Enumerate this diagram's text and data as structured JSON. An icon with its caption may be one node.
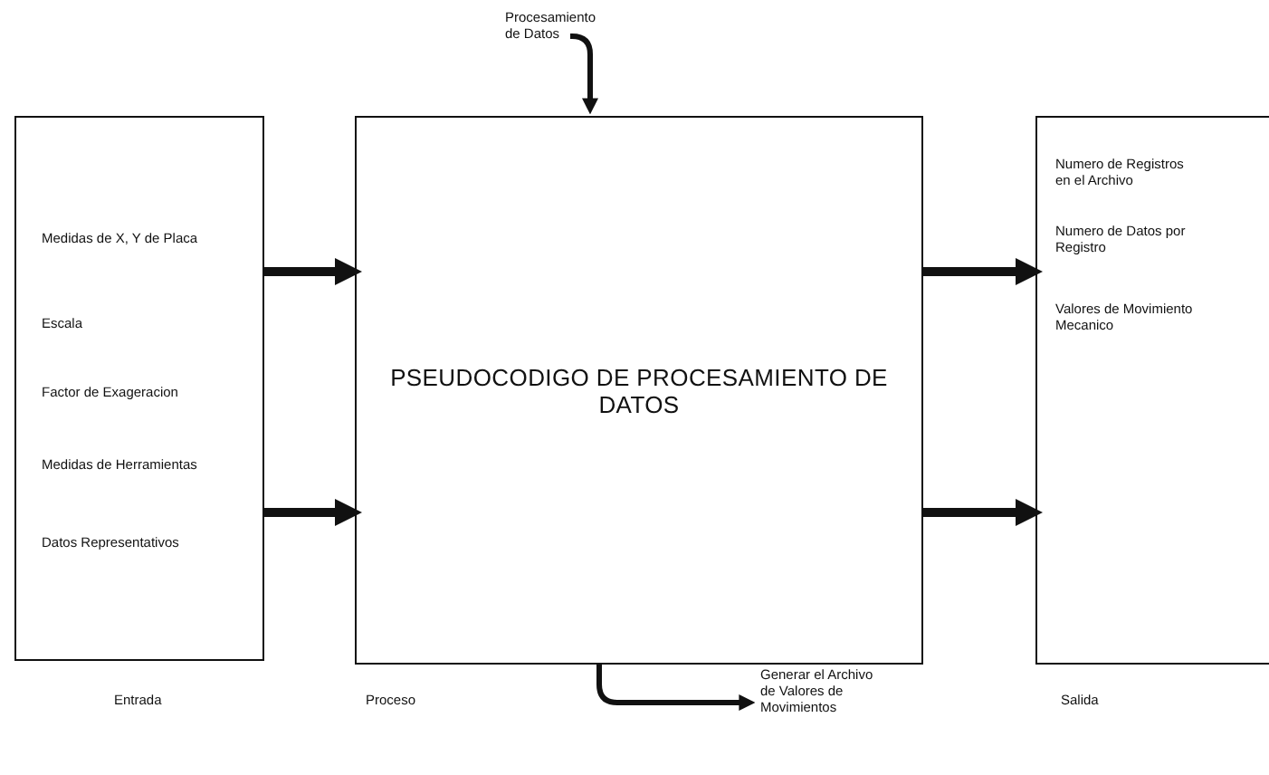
{
  "diagram": {
    "nodes": [
      {
        "text": [
          "Medidas de X, Y de Placa",
          "Escala",
          "Factor de Exageracion",
          "Medidas de Herramientas",
          "Datos Representativos"
        ],
        "beside": [
          "Entrada"
        ]
      },
      {
        "text": [
          "PSEUDOCODIGO DE PROCESAMIENTO DE DATOS"
        ],
        "beside": [
          "Proceso"
        ]
      },
      {
        "text": [
          "Numero de Registros en el Archivo",
          "Numero de Datos por Registro",
          "Valores de Movimiento Mecanico"
        ],
        "beside": [
          "Salida"
        ]
      },
      {
        "text": [
          "Procesamiento de Datos"
        ]
      },
      {
        "text": [
          "Generar el Archivo de Valores de Movimientos"
        ]
      }
    ],
    "edges": [
      {
        "from": 0,
        "to": 1,
        "arrow": "to"
      },
      {
        "from": 0,
        "to": 1,
        "arrow": "to"
      },
      {
        "from": 1,
        "to": 2,
        "arrow": "to"
      },
      {
        "from": 1,
        "to": 2,
        "arrow": "to"
      },
      {
        "from": 3,
        "to": 1,
        "arrow": "to"
      },
      {
        "from": 1,
        "to": 4,
        "arrow": "to"
      }
    ]
  }
}
